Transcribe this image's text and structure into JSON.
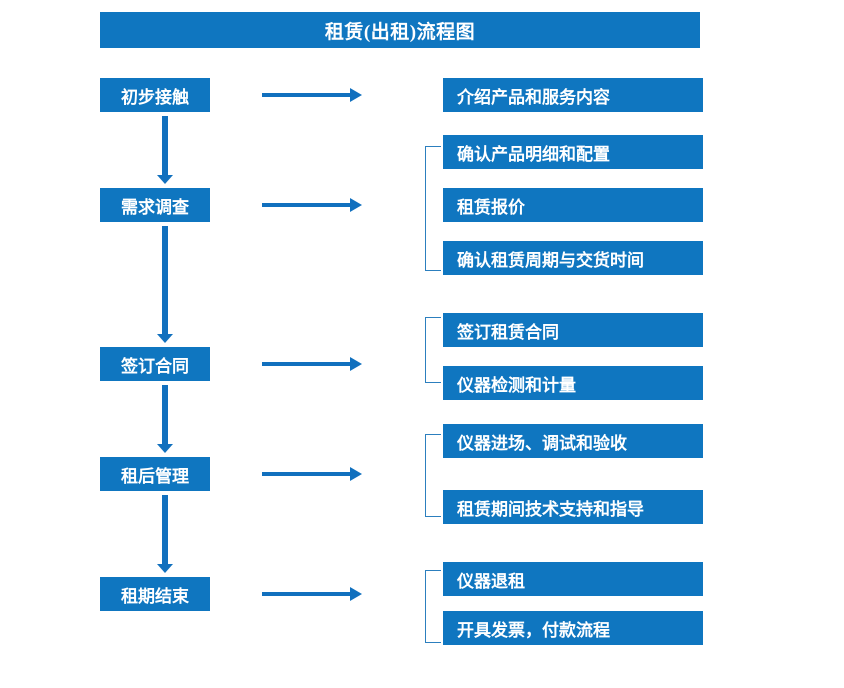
{
  "chart_title": "租赁(出租)流程图",
  "theme": {
    "box_fill": "#0F76C0",
    "box_text": "#FFFFFF",
    "arrow": "#1170BE",
    "bracket": "#2C7FBE",
    "background": "#FFFFFF"
  },
  "flow": {
    "stages": [
      {
        "id": "stage-1",
        "label": "初步接触"
      },
      {
        "id": "stage-2",
        "label": "需求调查"
      },
      {
        "id": "stage-3",
        "label": "签订合同"
      },
      {
        "id": "stage-4",
        "label": "租后管理"
      },
      {
        "id": "stage-5",
        "label": "租期结束"
      }
    ],
    "stage_connectors": [
      {
        "from": "初步接触",
        "to": "需求调查",
        "icon": "down-arrow-icon"
      },
      {
        "from": "需求调查",
        "to": "签订合同",
        "icon": "down-arrow-icon"
      },
      {
        "from": "签订合同",
        "to": "租后管理",
        "icon": "down-arrow-icon"
      },
      {
        "from": "租后管理",
        "to": "租期结束",
        "icon": "down-arrow-icon"
      }
    ],
    "task_connectors": [
      {
        "stage": "初步接触",
        "icon": "right-arrow-icon"
      },
      {
        "stage": "需求调查",
        "icon": "right-arrow-icon"
      },
      {
        "stage": "签订合同",
        "icon": "right-arrow-icon"
      },
      {
        "stage": "租后管理",
        "icon": "right-arrow-icon"
      },
      {
        "stage": "租期结束",
        "icon": "right-arrow-icon"
      }
    ],
    "task_groups": [
      {
        "stage": "初步接触",
        "bracketed": false,
        "tasks": [
          {
            "id": "task-1-1",
            "label": "介绍产品和服务内容"
          }
        ]
      },
      {
        "stage": "需求调查",
        "bracketed": true,
        "tasks": [
          {
            "id": "task-2-1",
            "label": "确认产品明细和配置"
          },
          {
            "id": "task-2-2",
            "label": "租赁报价"
          },
          {
            "id": "task-2-3",
            "label": "确认租赁周期与交货时间"
          }
        ]
      },
      {
        "stage": "签订合同",
        "bracketed": true,
        "tasks": [
          {
            "id": "task-3-1",
            "label": "签订租赁合同"
          },
          {
            "id": "task-3-2",
            "label": "仪器检测和计量"
          }
        ]
      },
      {
        "stage": "租后管理",
        "bracketed": true,
        "tasks": [
          {
            "id": "task-4-1",
            "label": "仪器进场、调试和验收"
          },
          {
            "id": "task-4-2",
            "label": "租赁期间技术支持和指导"
          }
        ]
      },
      {
        "stage": "租期结束",
        "bracketed": true,
        "tasks": [
          {
            "id": "task-5-1",
            "label": "仪器退租"
          },
          {
            "id": "task-5-2",
            "label": "开具发票，付款流程"
          }
        ]
      }
    ]
  }
}
